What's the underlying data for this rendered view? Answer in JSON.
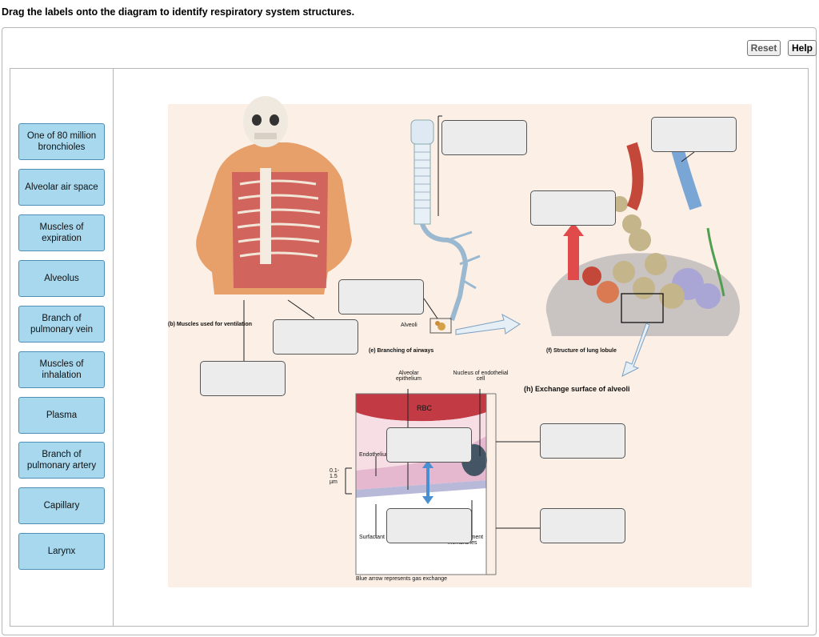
{
  "instruction": "Drag the labels onto the diagram to identify respiratory system structures.",
  "toolbar": {
    "reset_label": "Reset",
    "help_label": "Help"
  },
  "labels": [
    "One of 80 million bronchioles",
    "Alveolar air space",
    "Muscles of expiration",
    "Alveolus",
    "Branch of pulmonary vein",
    "Muscles of inhalation",
    "Plasma",
    "Branch of pulmonary artery",
    "Capillary",
    "Larynx"
  ],
  "figure": {
    "caption_b": "(b) Muscles used for ventilation",
    "caption_e": "(e) Branching of airways",
    "caption_f": "(f) Structure of lung lobule",
    "caption_h": "(h) Exchange surface of alveoli",
    "alveoli_label": "Alveoli",
    "alveolar_epithelium": "Alveolar epithelium",
    "nucleus_endothelial": "Nucleus of endothelial cell",
    "rbc": "RBC",
    "endothelium": "Endothelium",
    "surfactant": "Surfactant",
    "fused_membranes": "Fused basement membranes",
    "scale_label": "0.1- 1.5 µm",
    "blue_arrow_note": "Blue arrow represents gas exchange"
  },
  "colors": {
    "label_bg": "#a7d8ee",
    "label_border": "#4f8fb5",
    "drop_bg": "#ececec",
    "figure_bg": "#fbefe6"
  }
}
